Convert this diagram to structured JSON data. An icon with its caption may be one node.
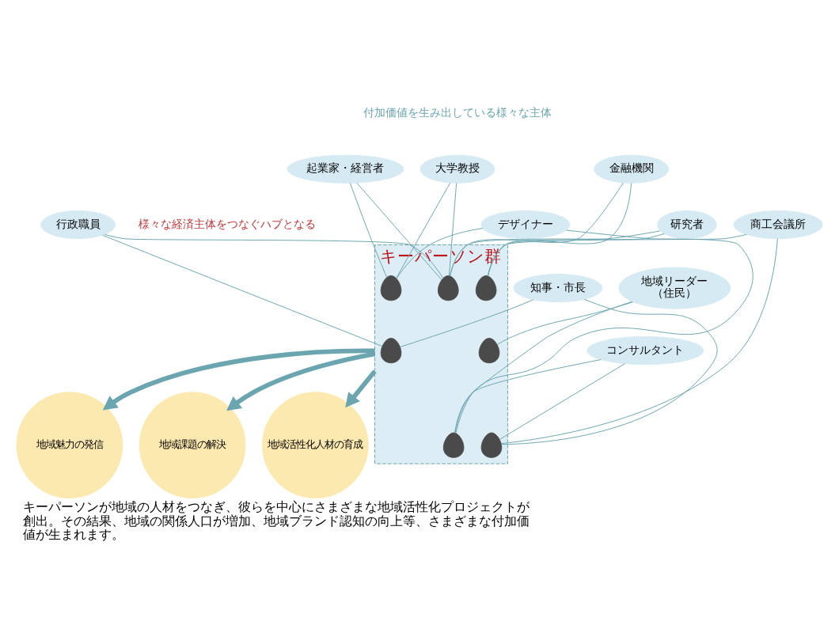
{
  "diagram": {
    "caption": "キーパーソンが地域の人材をつなぎ、彼らを中心にさまざまな地域活性化プロジェクトが創出。その結果、地域の関係人口が増加、地域ブランド認知の向上等、さまざまな付加価値が生まれます。",
    "nodes": [
      {
        "text": [
          "大学教授"
        ]
      },
      {
        "text": [
          "金融機関"
        ]
      },
      {
        "text": [
          "起業家・経営者"
        ]
      },
      {
        "text": [
          "研究者"
        ]
      },
      {
        "text": [
          "デザイナー"
        ]
      },
      {
        "text": [
          "商工会議所"
        ]
      },
      {
        "text": [
          "キーパーソン群"
        ]
      },
      {
        "text": [],
        "shape": "person",
        "in": 6
      },
      {
        "text": [],
        "shape": "person",
        "in": 6
      },
      {
        "text": [],
        "shape": "person",
        "in": 6
      },
      {
        "text": [],
        "shape": "person",
        "in": 6
      },
      {
        "text": [],
        "shape": "person",
        "in": 6
      },
      {
        "text": [],
        "shape": "person",
        "in": 6
      },
      {
        "text": [],
        "shape": "person",
        "in": 6
      },
      {
        "text": [
          "行政職員"
        ]
      },
      {
        "text": [
          "知事・市長"
        ]
      },
      {
        "text": [
          "地域リーダー",
          "（住民）"
        ]
      },
      {
        "text": [
          "コンサルタント"
        ]
      },
      {
        "text": [
          "地域活性化人材の育成"
        ]
      },
      {
        "text": [
          "地域魅力の発信"
        ]
      },
      {
        "text": [
          "地域課題の解決"
        ]
      }
    ],
    "edges": [
      {
        "from": 0,
        "to": 7,
        "arrow": "none"
      },
      {
        "from": 0,
        "to": 8,
        "arrow": "none"
      },
      {
        "from": 1,
        "to": 8,
        "arrow": "none"
      },
      {
        "from": 1,
        "to": 9,
        "arrow": "none"
      },
      {
        "from": 2,
        "to": 7,
        "arrow": "none"
      },
      {
        "from": 2,
        "to": 8,
        "arrow": "none"
      },
      {
        "from": 3,
        "to": 8,
        "arrow": "none"
      },
      {
        "from": 3,
        "to": 9,
        "arrow": "none"
      },
      {
        "from": 4,
        "to": 7,
        "arrow": "none"
      },
      {
        "from": 4,
        "to": 12,
        "arrow": "none"
      },
      {
        "from": 5,
        "to": 9,
        "arrow": "none"
      },
      {
        "from": 5,
        "to": 13,
        "arrow": "none"
      },
      {
        "from": 14,
        "to": 8,
        "arrow": "none"
      },
      {
        "from": 14,
        "to": 10,
        "arrow": "none"
      },
      {
        "from": 15,
        "to": 10,
        "arrow": "none"
      },
      {
        "from": 15,
        "to": 13,
        "arrow": "none"
      },
      {
        "from": 16,
        "to": 11,
        "arrow": "none"
      },
      {
        "from": 16,
        "to": 12,
        "arrow": "none"
      },
      {
        "from": 17,
        "to": 12,
        "arrow": "none"
      },
      {
        "from": 17,
        "to": 13,
        "arrow": "none"
      },
      {
        "from": 6,
        "to": 18,
        "arrow": "to",
        "style": "thick",
        "color": "#6aa5b0"
      },
      {
        "from": 6,
        "to": 19,
        "arrow": "to",
        "style": "thick",
        "color": "#6aa5b0"
      },
      {
        "from": 6,
        "to": 20,
        "arrow": "to",
        "style": "thick",
        "color": "#6aa5b0"
      }
    ],
    "labels": [
      "付加価値を生み出している様々な主体",
      "様々な経済主体をつなぐハブとなる"
    ]
  }
}
